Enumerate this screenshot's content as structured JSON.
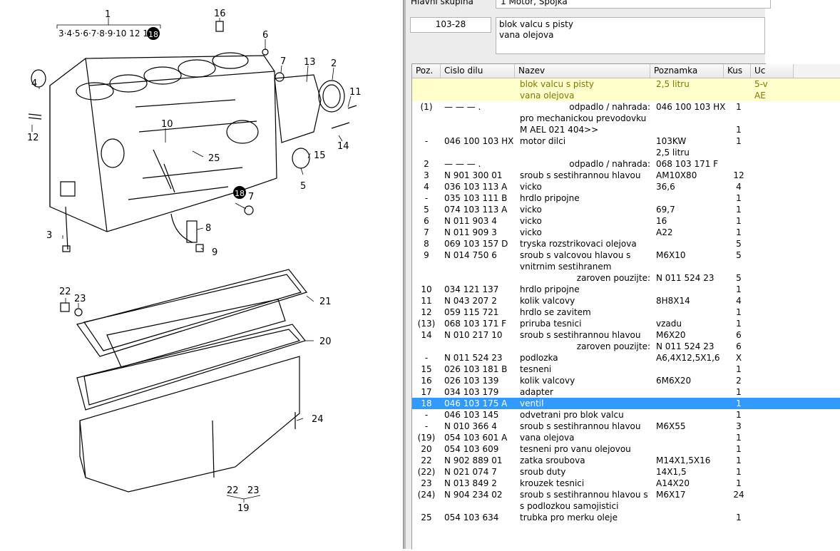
{
  "header": {
    "group_label": "Hlavní skupina",
    "group_value": "1  Motor, Spojka",
    "code": "103-28",
    "description_lines": [
      "blok valcu s pisty",
      "vana olejova"
    ]
  },
  "table": {
    "columns": [
      "Poz.",
      "Cislo dilu",
      "Nazev",
      "Poznamka",
      "Kus",
      "Uc"
    ],
    "rows": [
      {
        "pos": "",
        "part": "",
        "name": "blok valcu s pisty",
        "note": "2,5 litru",
        "qty": "",
        "extra": "5-v",
        "style": "yellow"
      },
      {
        "pos": "",
        "part": "",
        "name": "vana olejova",
        "note": "",
        "qty": "",
        "extra": "AE",
        "style": "yellow"
      },
      {
        "pos": "(1)",
        "part": "— — — .",
        "name": "odpadlo / nahrada:",
        "note": "046 100 103 HX",
        "qty": "1",
        "extra": "",
        "name_align": "right"
      },
      {
        "pos": "",
        "part": "",
        "name": "pro mechanickou prevodovku",
        "note": "",
        "qty": "",
        "extra": ""
      },
      {
        "pos": "",
        "part": "",
        "name": "M AEL  021 404>>",
        "note": "",
        "qty": "1",
        "extra": ""
      },
      {
        "pos": "-",
        "part": "046 100 103 HX",
        "name": "motor dilci",
        "note": "103KW",
        "qty": "1",
        "extra": ""
      },
      {
        "pos": "",
        "part": "",
        "name": "",
        "note": "2,5 litru",
        "qty": "",
        "extra": ""
      },
      {
        "pos": "2",
        "part": "— — — .",
        "name": "odpadlo / nahrada:",
        "note": "068 103 171 F",
        "qty": "",
        "extra": "",
        "name_align": "right"
      },
      {
        "pos": "3",
        "part": "N  901 300 01",
        "name": "sroub s sestihrannou hlavou",
        "note": "AM10X80",
        "qty": "12",
        "extra": ""
      },
      {
        "pos": "4",
        "part": "036 103 113 A",
        "name": "vicko",
        "note": "36,6",
        "qty": "4",
        "extra": ""
      },
      {
        "pos": "-",
        "part": "035 103 111 B",
        "name": "hrdlo pripojne",
        "note": "",
        "qty": "1",
        "extra": ""
      },
      {
        "pos": "5",
        "part": "074 103 113 A",
        "name": "vicko",
        "note": "69,7",
        "qty": "1",
        "extra": ""
      },
      {
        "pos": "6",
        "part": "N  011 903 4",
        "name": "vicko",
        "note": "16",
        "qty": "1",
        "extra": ""
      },
      {
        "pos": "7",
        "part": "N  011 909 3",
        "name": "vicko",
        "note": "A22",
        "qty": "1",
        "extra": ""
      },
      {
        "pos": "8",
        "part": "069 103 157 D",
        "name": "tryska rozstrikovaci olejova",
        "note": "",
        "qty": "5",
        "extra": ""
      },
      {
        "pos": "9",
        "part": "N  014 750 6",
        "name": "sroub s valcovou hlavou s",
        "note": "M6X10",
        "qty": "5",
        "extra": ""
      },
      {
        "pos": "",
        "part": "",
        "name": "vnitrnim sestihranem",
        "note": "",
        "qty": "",
        "extra": ""
      },
      {
        "pos": "",
        "part": "",
        "name": "zaroven pouzijte:",
        "note": "N  011 524 23",
        "qty": "5",
        "extra": "",
        "name_align": "right"
      },
      {
        "pos": "10",
        "part": "034 121 137",
        "name": "hrdlo pripojne",
        "note": "",
        "qty": "1",
        "extra": ""
      },
      {
        "pos": "11",
        "part": "N  043 207 2",
        "name": "kolik valcovy",
        "note": "8H8X14",
        "qty": "4",
        "extra": ""
      },
      {
        "pos": "12",
        "part": "059 115 721",
        "name": "hrdlo se zavitem",
        "note": "",
        "qty": "1",
        "extra": ""
      },
      {
        "pos": "(13)",
        "part": "068 103 171 F",
        "name": "priruba tesnici",
        "note": "vzadu",
        "qty": "1",
        "extra": ""
      },
      {
        "pos": "14",
        "part": "N  010 217 10",
        "name": "sroub s sestihrannou hlavou",
        "note": "M6X20",
        "qty": "6",
        "extra": ""
      },
      {
        "pos": "",
        "part": "",
        "name": "zaroven pouzijte:",
        "note": "N  011 524 23",
        "qty": "6",
        "extra": "",
        "name_align": "right"
      },
      {
        "pos": "-",
        "part": "N  011 524 23",
        "name": "podlozka",
        "note": "A6,4X12,5X1,6",
        "qty": "X",
        "extra": ""
      },
      {
        "pos": "15",
        "part": "026 103 181 B",
        "name": "tesneni",
        "note": "",
        "qty": "1",
        "extra": ""
      },
      {
        "pos": "16",
        "part": "026 103 139",
        "name": "kolik valcovy",
        "note": "6M6X20",
        "qty": "2",
        "extra": ""
      },
      {
        "pos": "17",
        "part": "034 103 179",
        "name": "adapter",
        "note": "",
        "qty": "1",
        "extra": ""
      },
      {
        "pos": "18",
        "part": "046 103 175 A",
        "name": "ventil",
        "note": "",
        "qty": "1",
        "extra": "",
        "style": "selected"
      },
      {
        "pos": "-",
        "part": "046 103 145",
        "name": "odvetrani pro blok valcu",
        "note": "",
        "qty": "1",
        "extra": ""
      },
      {
        "pos": "-",
        "part": "N  010 366 4",
        "name": "sroub s sestihrannou hlavou",
        "note": "M6X55",
        "qty": "3",
        "extra": ""
      },
      {
        "pos": "(19)",
        "part": "054 103 601 A",
        "name": "vana olejova",
        "note": "",
        "qty": "1",
        "extra": ""
      },
      {
        "pos": "20",
        "part": "054 103 609",
        "name": "tesneni pro vanu olejovou",
        "note": "",
        "qty": "1",
        "extra": ""
      },
      {
        "pos": "22",
        "part": "N  902 889 01",
        "name": "zatka sroubova",
        "note": "M14X1,5X16",
        "qty": "1",
        "extra": ""
      },
      {
        "pos": "(22)",
        "part": "N  021 074 7",
        "name": "sroub duty",
        "note": "14X1,5",
        "qty": "1",
        "extra": ""
      },
      {
        "pos": "23",
        "part": "N  013 849 2",
        "name": "krouzek tesnici",
        "note": "A14X20",
        "qty": "1",
        "extra": ""
      },
      {
        "pos": "(24)",
        "part": "N  904 234 02",
        "name": "sroub s sestihrannou hlavou s",
        "note": "M6X17",
        "qty": "24",
        "extra": ""
      },
      {
        "pos": "",
        "part": "",
        "name": "s podlozkou samojistici",
        "note": "",
        "qty": "",
        "extra": ""
      },
      {
        "pos": "25",
        "part": "054 103 634",
        "name": "trubka pro merku oleje",
        "note": "",
        "qty": "1",
        "extra": ""
      }
    ]
  },
  "diagram": {
    "labels": {
      "l1": "1",
      "l1_series": "3·4·5·6·7·8·9·10 12 17",
      "l18a": "18",
      "l16": "16",
      "l6": "6",
      "l7a": "7",
      "l13": "13",
      "l2": "2",
      "l11": "11",
      "l4": "4",
      "l12": "12",
      "l14": "14",
      "l10": "10",
      "l25": "25",
      "l15": "15",
      "l5": "5",
      "l18b": "18",
      "l7b": "7",
      "l8": "8",
      "l3": "3",
      "l9": "9",
      "l22": "22",
      "l23": "23",
      "l21": "21",
      "l20": "20",
      "l24": "24",
      "l22b": "22",
      "l23b": "23",
      "l19": "19"
    }
  },
  "colors": {
    "selected": "#3399ff",
    "highlight": "#ffffcc",
    "highlight_text": "#7a7a00",
    "panel": "#ececec"
  }
}
